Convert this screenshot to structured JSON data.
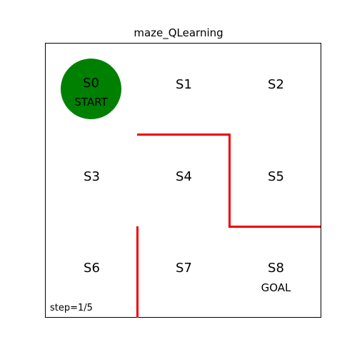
{
  "title": "maze_QLearning",
  "cells": [
    {
      "label": "S0"
    },
    {
      "label": "S1"
    },
    {
      "label": "S2"
    },
    {
      "label": "S3"
    },
    {
      "label": "S4"
    },
    {
      "label": "S5"
    },
    {
      "label": "S6"
    },
    {
      "label": "S7"
    },
    {
      "label": "S8",
      "sub": "GOAL"
    }
  ],
  "agent": {
    "state": "S0",
    "label": "S0",
    "sub": "START",
    "color": "#008000"
  },
  "walls": {
    "color": "#ee0000"
  },
  "step_text": "step=1/5"
}
